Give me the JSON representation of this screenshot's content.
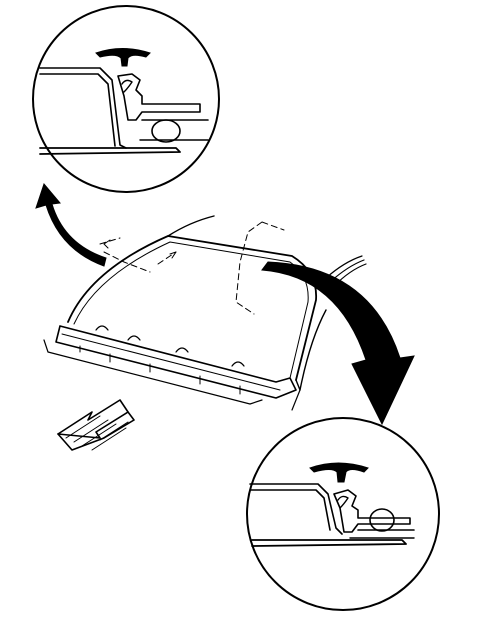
{
  "figure": {
    "background": "#ffffff",
    "ink": "#000000",
    "callouts": [
      {
        "id": "upper-left",
        "shows": "windshield-molding-clip-cross-section"
      },
      {
        "id": "lower-right",
        "shows": "windshield-molding-clip-cross-section"
      }
    ],
    "arrows": [
      "curved-arrow-to-upper-callout",
      "curved-arrow-to-lower-callout",
      "vehicle-front-direction-arrow"
    ]
  }
}
